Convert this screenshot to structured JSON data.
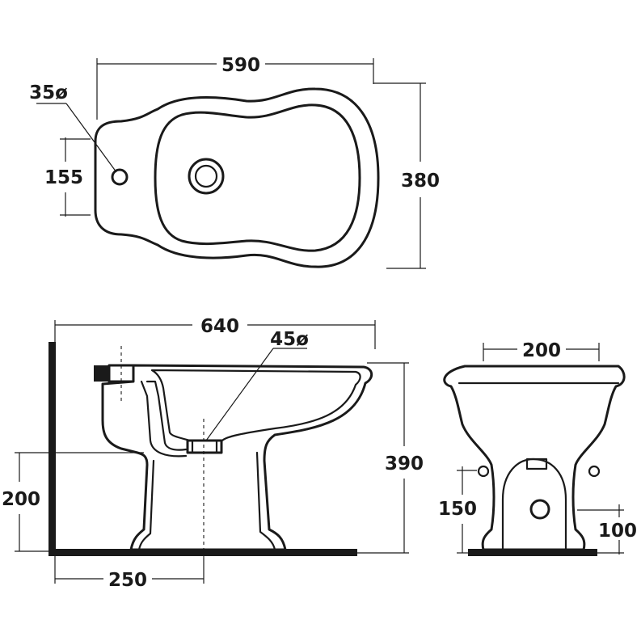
{
  "top_view": {
    "width_label": "590",
    "depth_label": "380",
    "spacing_label": "155",
    "hole_label": "35ø"
  },
  "side_view": {
    "length_label": "640",
    "height_label": "390",
    "drain_label": "45ø",
    "drain_height_label": "200",
    "drain_offset_label": "250"
  },
  "front_view": {
    "width_label": "200",
    "inlet_height_label": "150",
    "hole_height_label": "100"
  }
}
